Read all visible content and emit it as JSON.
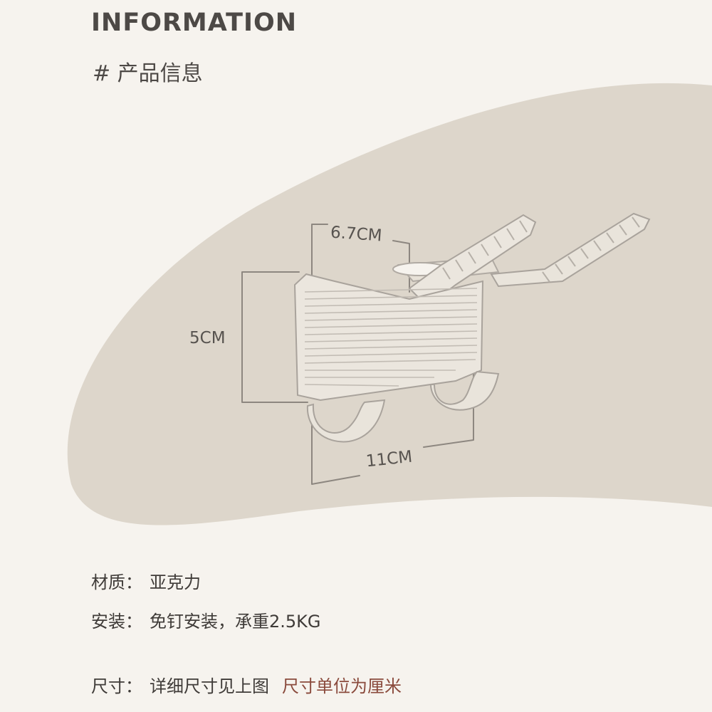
{
  "header": {
    "title_en": "INFORMATION",
    "title_cn": "# 产品信息"
  },
  "dimensions": {
    "depth": "6.7CM",
    "height": "5CM",
    "width": "11CM"
  },
  "info": {
    "material_label": "材质：",
    "material_value": "亚克力",
    "install_label": "安装：",
    "install_value": "免钉安装，承重2.5KG",
    "size_label": "尺寸：",
    "size_value": "详细尺寸见上图",
    "size_note": "尺寸单位为厘米"
  },
  "colors": {
    "background": "#f6f3ee",
    "blob": "#ddd6cb",
    "text": "#4a4643",
    "accent": "#8a4a3c"
  }
}
